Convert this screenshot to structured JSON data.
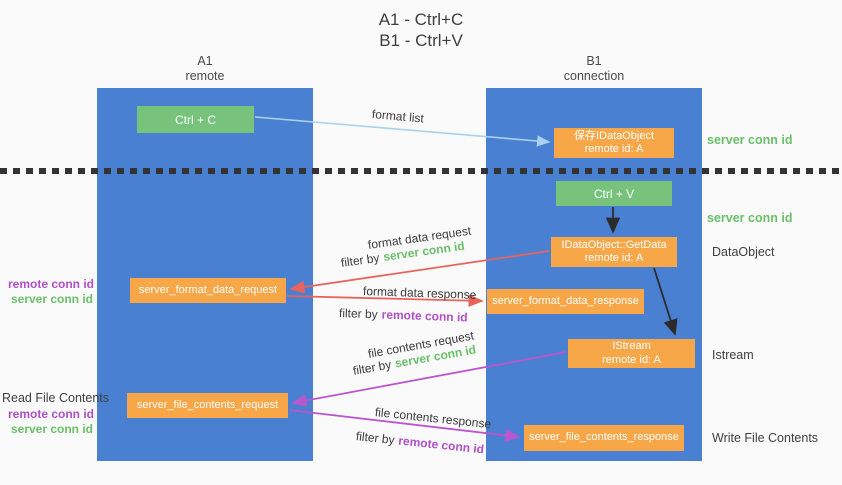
{
  "title": {
    "line1": "A1 - Ctrl+C",
    "line2": "B1 - Ctrl+V"
  },
  "columns": {
    "a": {
      "name": "A1",
      "subtitle": "remote"
    },
    "b": {
      "name": "B1",
      "subtitle": "connection"
    }
  },
  "nodes": {
    "ctrl_c": {
      "label": "Ctrl + C"
    },
    "ctrl_v": {
      "label": "Ctrl + V"
    },
    "save_dataobject": {
      "line1": "保存IDataObject",
      "line2": "remote id: A"
    },
    "getdata": {
      "line1": "IDataObject::GetData",
      "line2": "remote id: A"
    },
    "istream": {
      "line1": "IStream",
      "line2": "remote id: A"
    },
    "format_request": {
      "label": "server_format_data_request"
    },
    "format_response": {
      "label": "server_format_data_response"
    },
    "file_request": {
      "label": "server_file_contents_request"
    },
    "file_response": {
      "label": "server_file_contents_response"
    }
  },
  "arrow_labels": {
    "format_list": "format list",
    "format_data_request": {
      "title": "format data request",
      "filter_prefix": "filter by",
      "filter_key": "server conn id"
    },
    "format_data_response": {
      "title": "format data response",
      "filter_prefix": "filter by",
      "filter_key": "remote conn id"
    },
    "file_contents_request": {
      "title": "file contents request",
      "filter_prefix": "filter by",
      "filter_key": "server conn id"
    },
    "file_contents_response": {
      "title": "file contents response",
      "filter_prefix": "filter by",
      "filter_key": "remote conn id"
    }
  },
  "side_labels": {
    "left_top": {
      "remote": "remote conn id",
      "server": "server conn id"
    },
    "left_bottom": {
      "heading": "Read File Contents",
      "remote": "remote conn id",
      "server": "server conn id"
    },
    "right": {
      "server_conn_top": "server conn id",
      "server_conn_mid": "server conn id",
      "dataobject": "DataObject",
      "istream": "Istream",
      "write_file": "Write File Contents"
    }
  },
  "colors": {
    "background": "#fafafa",
    "lane_blue": "#4a80d2",
    "box_green": "#77c37c",
    "box_orange": "#f7a648",
    "arrow_lightblue": "#a9d2ee",
    "arrow_red": "#e8635c",
    "arrow_purple": "#bb57cc",
    "arrow_black": "#2b2b2b",
    "text_green": "#6abf69",
    "text_purple": "#b14fc9"
  }
}
